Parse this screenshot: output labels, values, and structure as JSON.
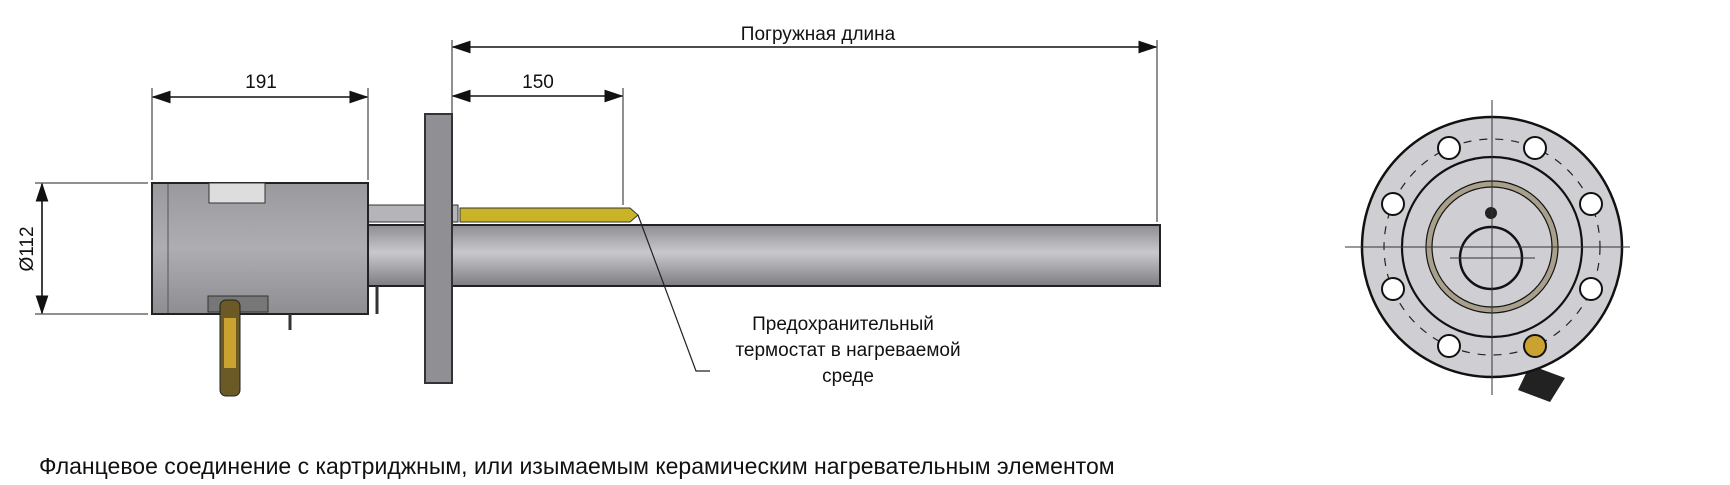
{
  "dimensions": {
    "immersion_length": "Погружная длина",
    "housing_length": "191",
    "thermostat_length": "150",
    "housing_diameter": "Ø112"
  },
  "callout": {
    "line1": "Предохранительный",
    "line2": "термостат в нагреваемой",
    "line3": "среде"
  },
  "caption": "Фланцевое соединение с картриджным, или изымаемым керамическим нагревательным элементом",
  "colors": {
    "metal": "#a9a9ad",
    "thermostat": "#c9b427",
    "flange_face": "#cfcfd3"
  }
}
